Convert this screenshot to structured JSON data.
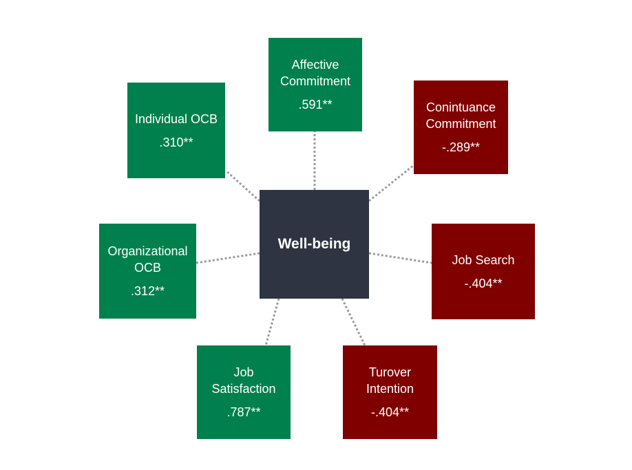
{
  "center": {
    "label": "Well-being"
  },
  "colors": {
    "positive": "#00804d",
    "negative": "#800000",
    "center": "#2e3441",
    "connector": "#9a9a9a"
  },
  "nodes": [
    {
      "id": "affective-commitment",
      "label_lines": [
        "Affective",
        "Commitment"
      ],
      "value": ".591**"
    },
    {
      "id": "conintuance-commitment",
      "label_lines": [
        "Conintuance",
        "Commitment"
      ],
      "value": "-.289**"
    },
    {
      "id": "job-search",
      "label_lines": [
        "Job Search"
      ],
      "value": "-.404**"
    },
    {
      "id": "turover-intention",
      "label_lines": [
        "Turover",
        "Intention"
      ],
      "value": "-.404**"
    },
    {
      "id": "job-satisfaction",
      "label_lines": [
        "Job",
        "Satisfaction"
      ],
      "value": ".787**"
    },
    {
      "id": "organizational-ocb",
      "label_lines": [
        "Organizational",
        "OCB"
      ],
      "value": ".312**"
    },
    {
      "id": "individual-ocb",
      "label_lines": [
        "Individual OCB"
      ],
      "value": ".310**"
    }
  ]
}
